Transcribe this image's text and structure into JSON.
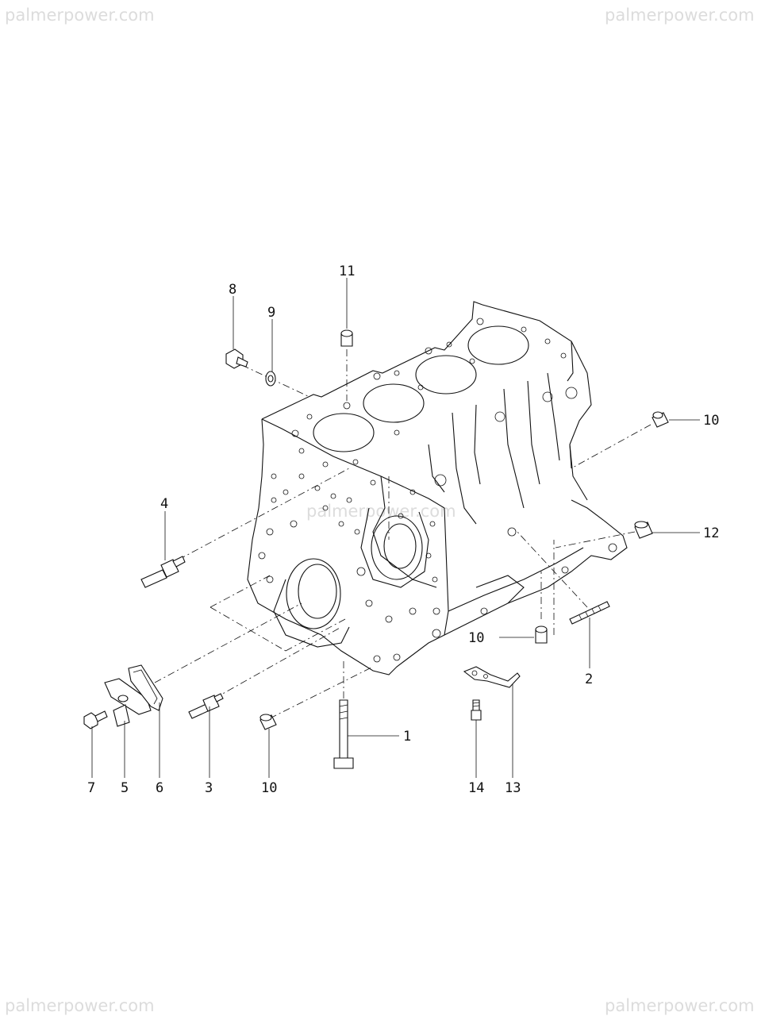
{
  "watermarks": {
    "top_left": "palmerpower.com",
    "top_right": "palmerpower.com",
    "center": "palmerpower.com",
    "bottom_left": "palmerpower.com",
    "bottom_right": "palmerpower.com"
  },
  "callouts": {
    "c1": "1",
    "c2": "2",
    "c3": "3",
    "c4": "4",
    "c5": "5",
    "c6": "6",
    "c7": "7",
    "c8": "8",
    "c9": "9",
    "c10_top_right": "10",
    "c10_middle": "10",
    "c10_bottom": "10",
    "c11": "11",
    "c12": "12",
    "c13": "13",
    "c14": "14"
  }
}
